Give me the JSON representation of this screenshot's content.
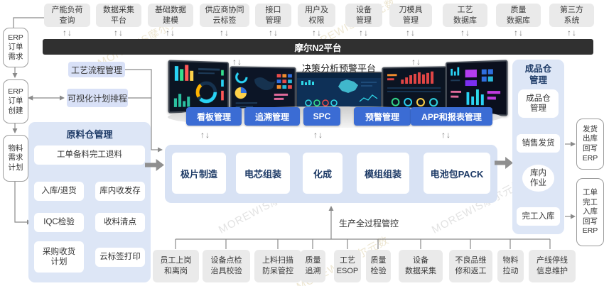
{
  "icons": {
    "updown_arrows": "↑↓"
  },
  "watermark": {
    "text": "MOREWIS摩尔元数"
  },
  "platform_bar": {
    "title": "摩尔N2平台"
  },
  "top_modules": [
    "产能负荷\n查询",
    "数据采集\n平台",
    "基础数据\n建模",
    "供应商协同\n云标签",
    "接口\n管理",
    "用户及\n权限",
    "设备\n管理",
    "刀模具\n管理",
    "工艺\n数据库",
    "质量\n数据库",
    "第三方\n系统"
  ],
  "erp_flow": {
    "order_demand": "ERP\n订单\n需求",
    "order_create": "ERP\n订单\n创建",
    "material_plan": "物料\n需求\n计划"
  },
  "planning": {
    "process_flow": "工艺流程管理",
    "visual_schedule": "可视化计划排程"
  },
  "raw_warehouse": {
    "title": "原料仓管理",
    "work_order_return": "工单备料完工退料",
    "inbound_return": "入库/退货",
    "warehouse_io": "库内收发存",
    "iqc": "IQC检验",
    "receiving_count": "收料清点",
    "purchase_plan": "采购收货\n计划",
    "cloud_label_print": "云标签打印"
  },
  "decision_platform": {
    "title": "决策分析预警平台",
    "buttons": [
      "看板管理",
      "追溯管理",
      "SPC",
      "预警管理",
      "APP和报表管理"
    ]
  },
  "production": {
    "steps": [
      "极片制造",
      "电芯组装",
      "化成",
      "模组组装",
      "电池包PACK"
    ]
  },
  "finished_warehouse": {
    "title": "成品仓\n管理",
    "manage": "成品仓\n管理",
    "sales_shipping": "销售发货",
    "warehouse_ops": "库内\n作业",
    "completion_inbound": "完工入库"
  },
  "erp_writeback": {
    "shipping": "发货\n出库\n回写\nERP",
    "completion": "工单\n完工\n入库\n回写\nERP"
  },
  "process_control": {
    "title": "生产全过程管控",
    "items": [
      "员工上岗\n和离岗",
      "设备点检\n治具校验",
      "上料扫描\n防呆管控",
      "质量\n追溯",
      "工艺\nESOP",
      "质量\n检验",
      "设备\n数据采集",
      "不良品维\n修和返工",
      "物料\n拉动",
      "产线停线\n信息维护"
    ]
  },
  "colors": {
    "accent_blue": "#3b6cd4",
    "panel_blue": "#dde6f6",
    "bar_dark": "#303030",
    "box_gray": "#eaeaea"
  }
}
